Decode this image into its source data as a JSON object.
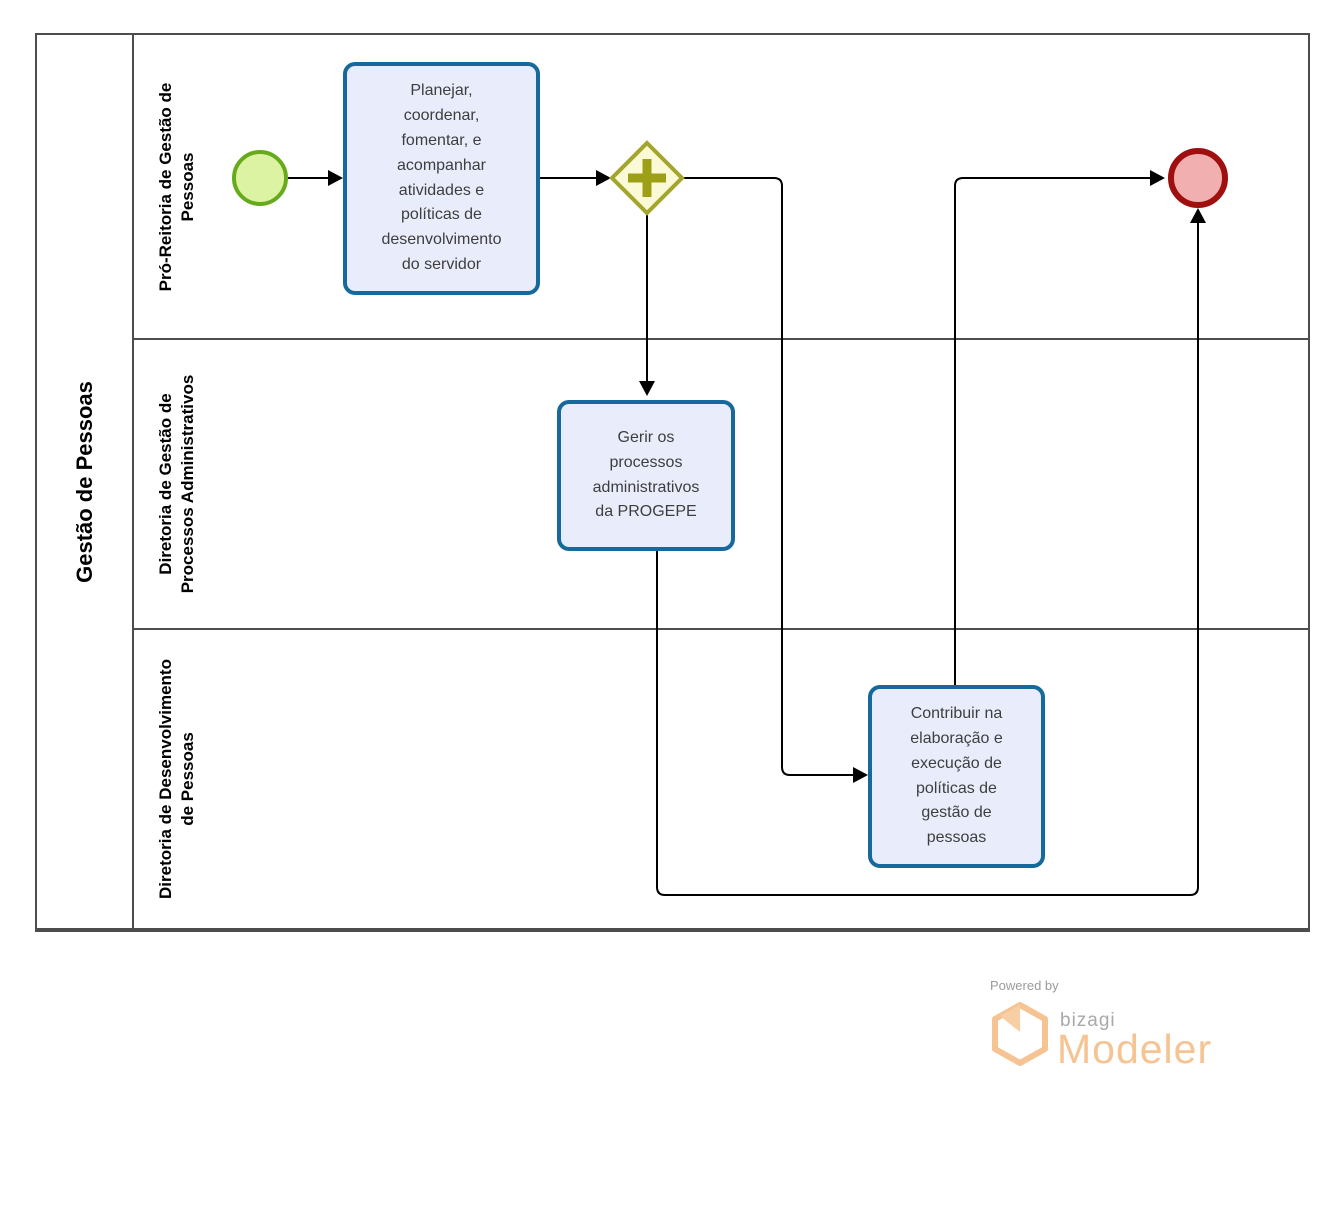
{
  "diagram": {
    "pool": {
      "title": "Gestão de Pessoas"
    },
    "lanes": [
      {
        "label": "Pró-Reitoria de Gestão de\nPessoas"
      },
      {
        "label": "Diretoria de Gestão de\nProcessos Administrativos"
      },
      {
        "label": "Diretoria de Desenvolvimento\nde Pessoas"
      }
    ],
    "nodes": {
      "start_event": {
        "type": "start-event"
      },
      "task_planejar": {
        "label": "Planejar,\ncoordenar,\nfomentar, e\nacompanhar\natividades e\npolíticas de\ndesenvolvimento\ndo servidor"
      },
      "parallel_gateway": {
        "type": "parallel-gateway"
      },
      "task_gerir": {
        "label": "Gerir os\nprocessos\nadministrativos\nda PROGEPE"
      },
      "task_contribuir": {
        "label": "Contribuir na\nelaboração e\nexecução de\npolíticas de\ngestão de\npessoas"
      },
      "end_event": {
        "type": "end-event"
      }
    }
  },
  "branding": {
    "powered_by": "Powered by",
    "brand": "bizagi",
    "product": "Modeler"
  },
  "colors": {
    "frame": "#4D4D4D",
    "task_fill": "#E9EDFB",
    "task_border": "#17699B",
    "start_fill": "#DCF3A3",
    "start_border": "#67AB1D",
    "end_fill": "#F1AFAF",
    "end_border": "#A00F0F",
    "gateway_fill": "#FAFAD7",
    "gateway_border": "#A3A52C",
    "flow": "#000000",
    "logo_orange": "#F6C392",
    "logo_gray": "#A9A9A9"
  }
}
